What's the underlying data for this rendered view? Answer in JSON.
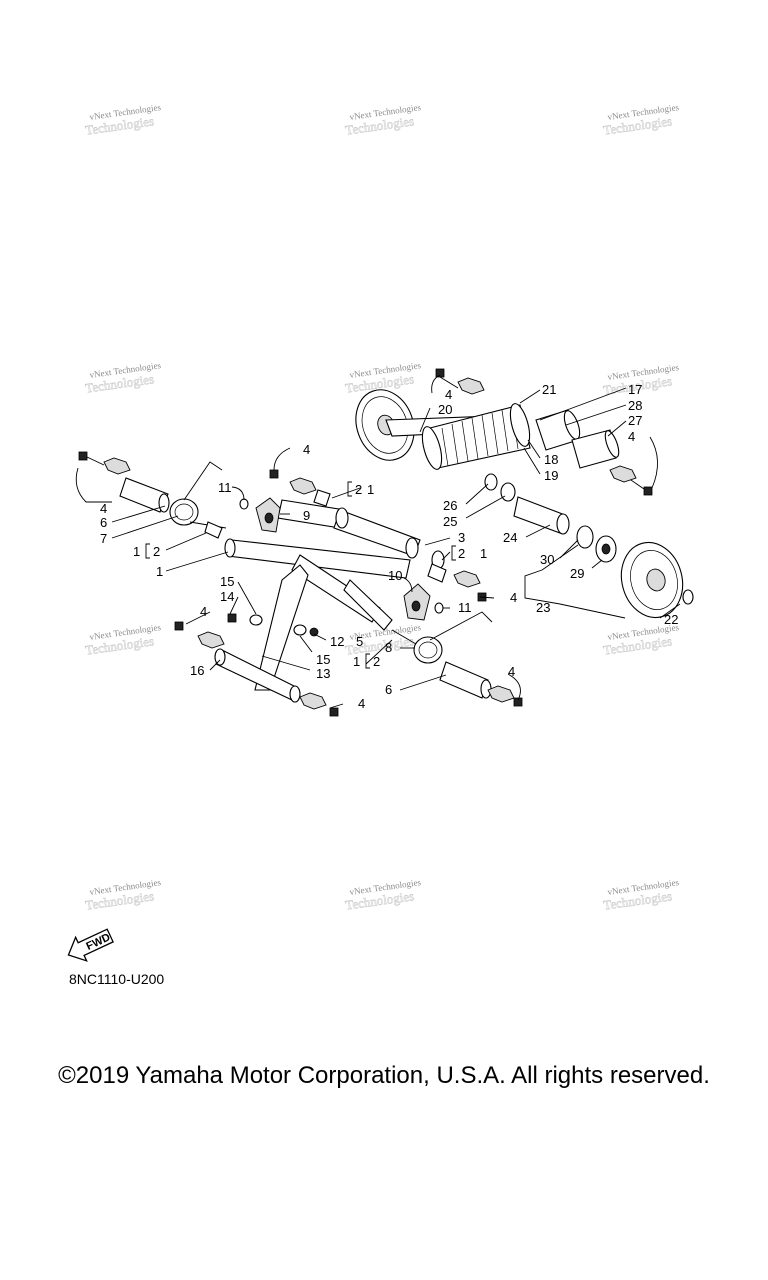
{
  "watermark": {
    "line1": "vNext Technologies",
    "line2": "Technologies"
  },
  "diagram_code": "8NC1110-U200",
  "fwd_label": "FWD",
  "copyright": "©2019 Yamaha Motor Corporation, U.S.A. All rights reserved.",
  "callouts": [
    "1",
    "2",
    "3",
    "4",
    "5",
    "6",
    "7",
    "8",
    "9",
    "10",
    "11",
    "12",
    "13",
    "14",
    "15",
    "16",
    "17",
    "18",
    "19",
    "20",
    "21",
    "22",
    "23",
    "24",
    "25",
    "26",
    "27",
    "28",
    "29",
    "30"
  ],
  "group_labels": {
    "ref_1_2": "1",
    "ref_1_2_sub": "2",
    "ref_2_1": "2",
    "ref_2_1_sub": "1"
  }
}
